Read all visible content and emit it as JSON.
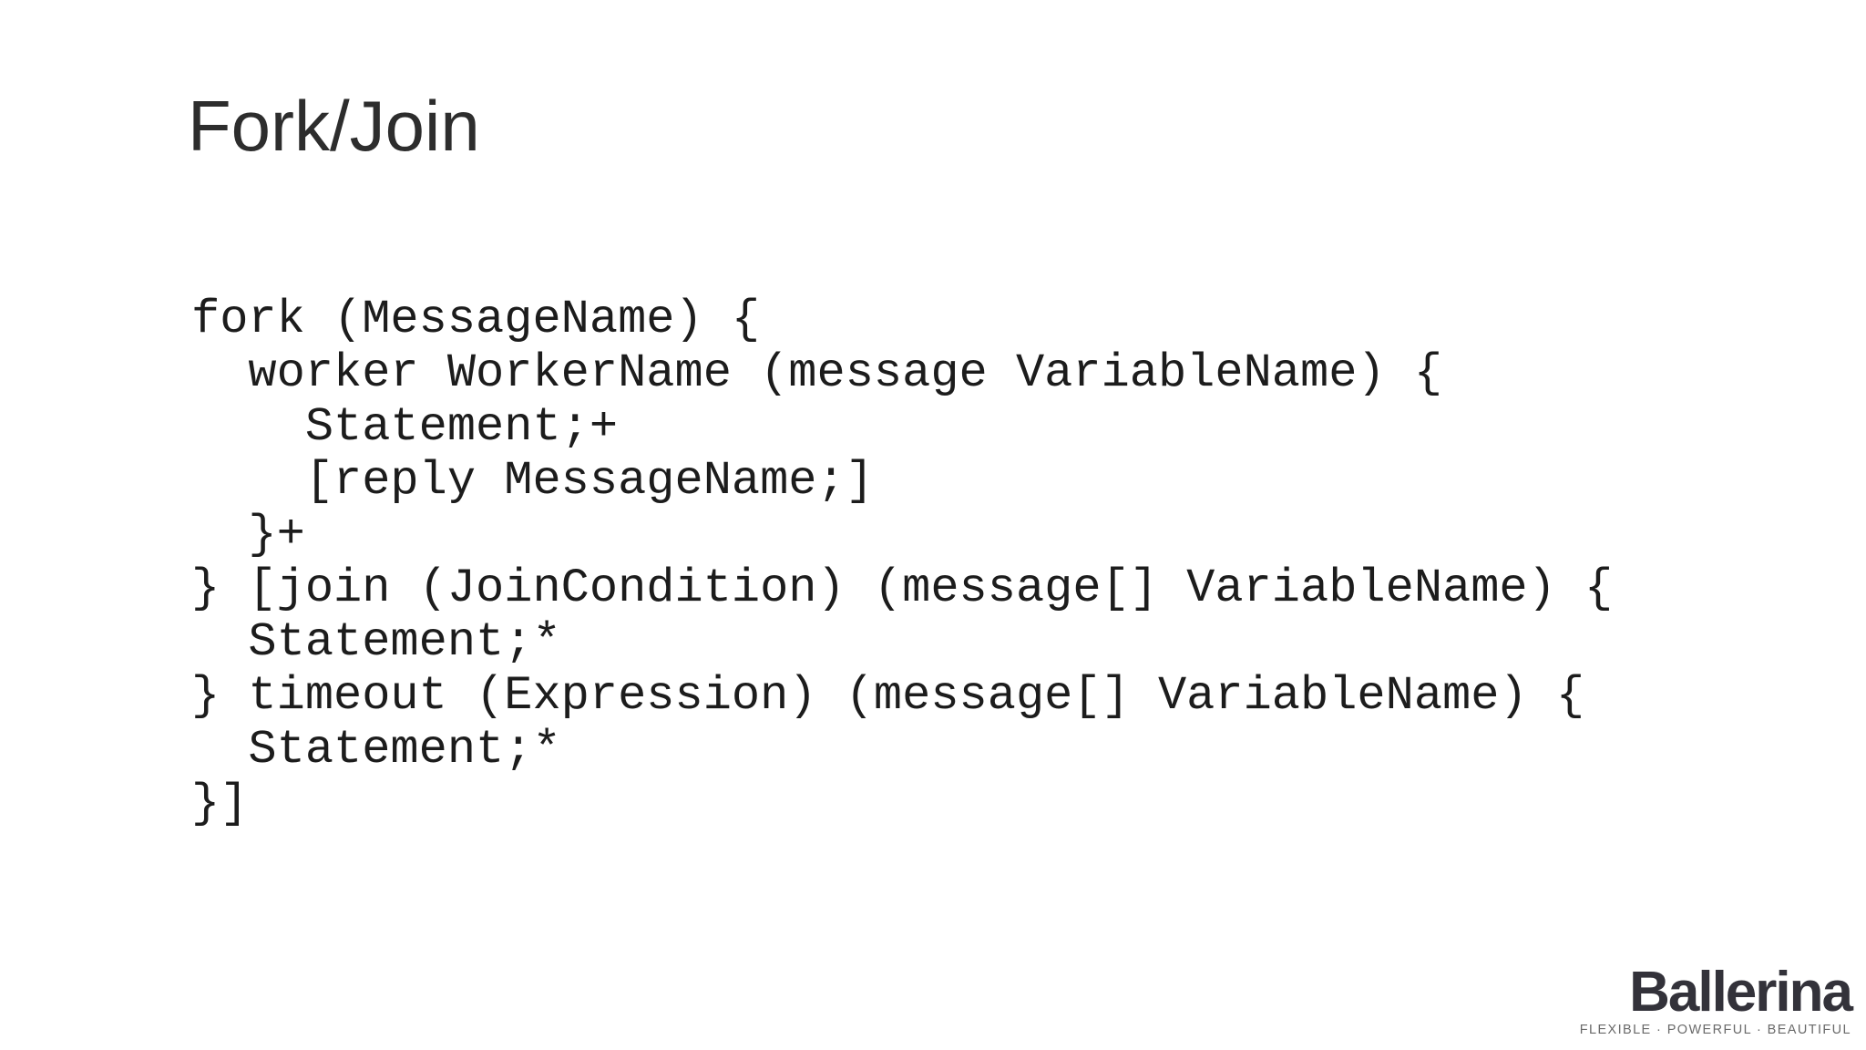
{
  "slide": {
    "title": "Fork/Join",
    "code_lines": [
      "fork (MessageName) {",
      "  worker WorkerName (message VariableName) {",
      "    Statement;+",
      "    [reply MessageName;]",
      "  }+",
      "} [join (JoinCondition) (message[] VariableName) {",
      "  Statement;*",
      "} timeout (Expression) (message[] VariableName) {",
      "  Statement;*",
      "}]"
    ],
    "logo": {
      "wordmark": "Ballerina",
      "tagline": "FLEXIBLE · POWERFUL · BEAUTIFUL"
    },
    "colors": {
      "background": "#ffffff",
      "title_text": "#2d2d2d",
      "code_text": "#1c1c1c",
      "logo_wordmark": "#33323a",
      "logo_tagline": "#6a6a6a"
    }
  }
}
